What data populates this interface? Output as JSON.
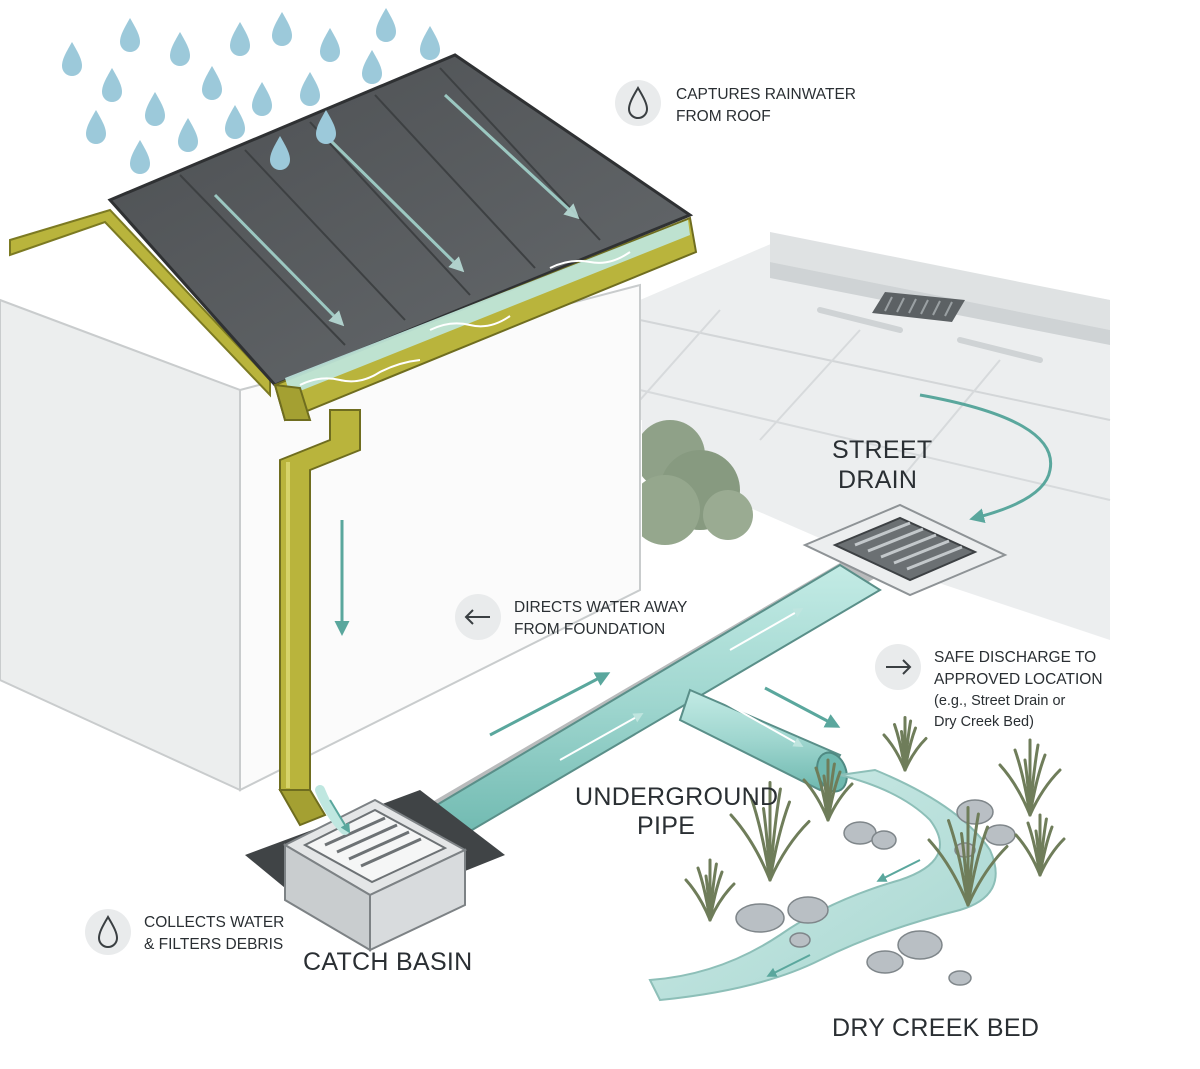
{
  "labels": {
    "captures_line1": "CAPTURES RAINWATER",
    "captures_line2": "FROM ROOF",
    "street_drain_line1": "STREET",
    "street_drain_line2": "DRAIN",
    "directs_line1": "DIRECTS WATER AWAY",
    "directs_line2": "FROM FOUNDATION",
    "discharge_line1": "SAFE DISCHARGE TO",
    "discharge_line2": "APPROVED LOCATION",
    "discharge_line3": "(e.g., Street Drain or",
    "discharge_line4": "Dry Creek Bed)",
    "underground_line1": "UNDERGROUND",
    "underground_line2": "PIPE",
    "collects_line1": "COLLECTS WATER",
    "collects_line2": "& FILTERS DEBRIS",
    "catch_basin": "CATCH BASIN",
    "dry_creek_bed": "DRY CREEK BED"
  },
  "icons": {
    "captures": "water-drop-icon",
    "directs": "arrow-left-icon",
    "discharge": "arrow-right-icon",
    "collects": "water-drop-icon"
  },
  "colors": {
    "gutter": "#b9b43c",
    "gutter_dark": "#8d8a28",
    "roof": "#55585b",
    "water": "#9fd6cf",
    "water_dark": "#5fb3aa",
    "arrow": "#5aa79d",
    "rain": "#9cc9da",
    "pavement": "#e7e9ea",
    "shrub": "#8c9e83",
    "grass": "#6f7d5a",
    "stone": "#b9bfc4"
  }
}
